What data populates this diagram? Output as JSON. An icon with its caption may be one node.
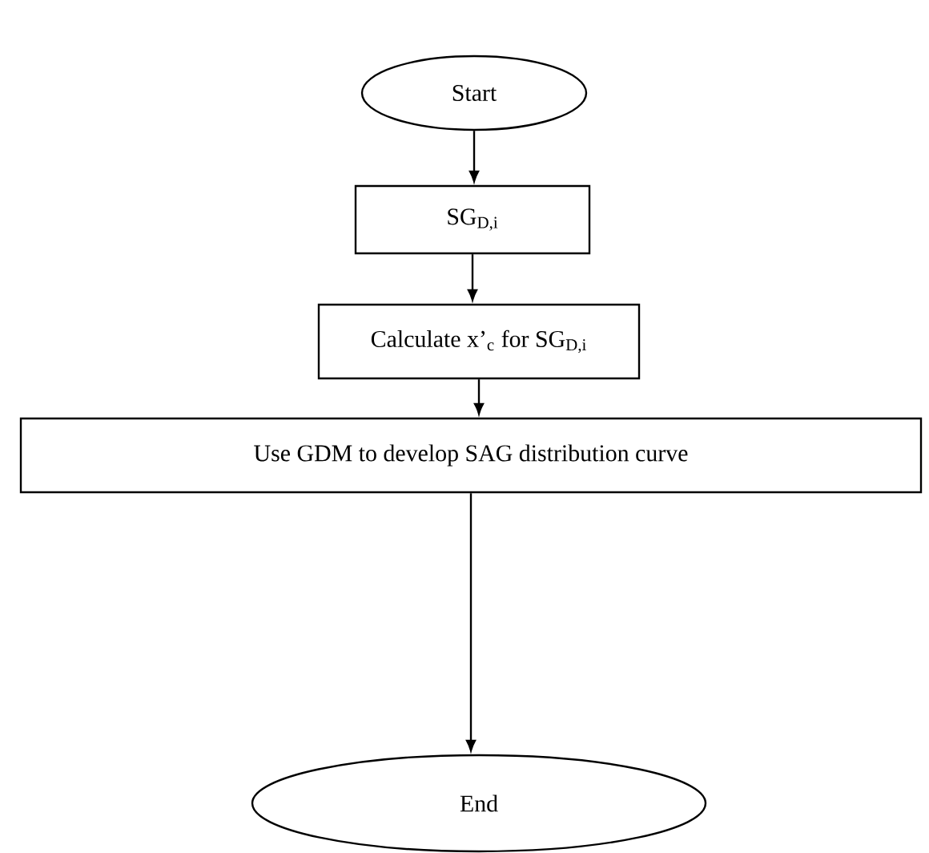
{
  "diagram": {
    "nodes": [
      {
        "text": [
          "Start"
        ]
      },
      {
        "text": [
          "SG$_{D,i}$"
        ]
      },
      {
        "text": [
          "Calculate x’$_{c}$ for SG$_{D,i}$"
        ]
      },
      {
        "text": [
          "Use GDM to develop SAG distribution curve"
        ]
      },
      {
        "text": [
          "End"
        ]
      }
    ],
    "edges": [
      {
        "from": 0,
        "to": 1,
        "arrow": "to"
      },
      {
        "from": 1,
        "to": 2,
        "arrow": "to"
      },
      {
        "from": 2,
        "to": 3,
        "arrow": "to"
      },
      {
        "from": 3,
        "to": 4,
        "arrow": "to"
      }
    ]
  }
}
